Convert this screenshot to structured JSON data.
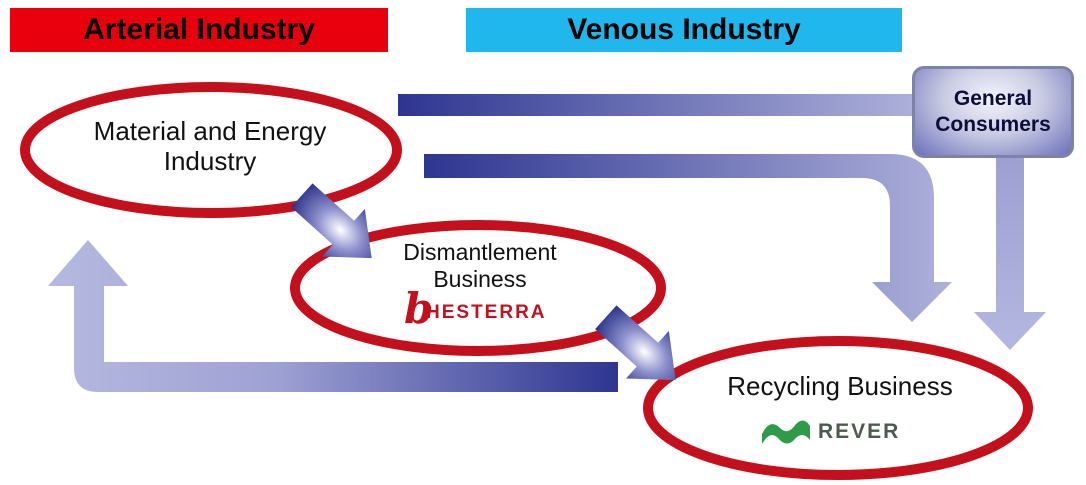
{
  "banners": {
    "arterial": "Arterial Industry",
    "venous": "Venous Industry"
  },
  "nodes": {
    "material": "Material and Energy Industry",
    "dismantlement": "Dismantlement Business",
    "recycling": "Recycling Business",
    "consumers": "General Consumers"
  },
  "logos": {
    "hesterra": "HESTERRA",
    "revea": "REVER"
  },
  "colors": {
    "arterial": "#e8000d",
    "venous": "#1fb7ec",
    "ellipse_stroke": "#c3101c",
    "arrow_dark": "#2d3590",
    "arrow_light": "#a9acd8"
  }
}
